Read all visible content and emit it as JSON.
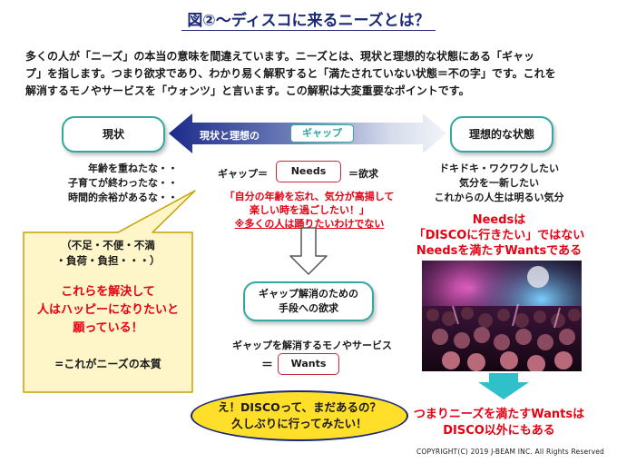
{
  "title": "図②～ディスコに来るニーズとは？",
  "intro": [
    "多くの人が「ニーズ」の本当の意味を間違えています。ニーズとは、現状と理想的な状態にある「ギャッ",
    "プ」を指します。つまり欲求であり、わかり易く解釈すると「満たされていない状態＝不の字」です。これを",
    "解消するモノやサービスを「ウォンツ」と言います。この解釈は大変重要なポイントです。"
  ],
  "current": {
    "label": "現状",
    "lines": [
      "年齢を重ねたな・・",
      "子育てが終わったな・・",
      "時間的余裕があるな・・"
    ]
  },
  "arrow": {
    "label": "現状と理想の",
    "gap_label": "ギャップ"
  },
  "ideal": {
    "label": "理想的な状態",
    "lines": [
      "ドキドキ・ワクワクしたい",
      "気分を一新したい",
      "これからの人生は明るい気分"
    ]
  },
  "gap_eq": {
    "left": "ギャップ＝",
    "needs": "Needs",
    "right": "＝欲求"
  },
  "quote": {
    "lines": [
      "「自分の年齢を忘れ、気分が高揚して",
      "楽しい時を過ごしたい！」"
    ],
    "note": "※多くの人は踊りたいわけでない"
  },
  "bubble": {
    "lines1": [
      "（不足・不便・不満",
      "・負荷・負担・・・）"
    ],
    "lines2": [
      "これらを解決して",
      "人はハッピーになりたいと",
      "願っている！"
    ],
    "conclusion": "=これがニーズの本質"
  },
  "means": {
    "box_lines": [
      "ギャップ解消のための",
      "手段への欲求"
    ],
    "label": "ギャップを解消するモノやサービス",
    "eq": "＝",
    "wants": "Wants"
  },
  "needs_stmt": [
    "Needsは",
    "「DISCOに行きたい」ではない",
    "Needsを満たすWantsである"
  ],
  "ellipse": [
    "え！DISCOって、まだあるの？",
    "久しぶりに行ってみたい！"
  ],
  "conclusion": [
    "つまりニーズを満たすWantsは",
    "DISCO以外にもある"
  ],
  "copyright": "COPYRIGHT(C) 2019  J-BEAM  INC.  All Rights Reserved",
  "colors": {
    "navy": "#1b2a78",
    "teal": "#33a8a0",
    "red": "#e60012",
    "bubble_fill": "#fef6c8",
    "bubble_border": "#c8a000",
    "ellipse_fill": "#ffdf2a"
  }
}
